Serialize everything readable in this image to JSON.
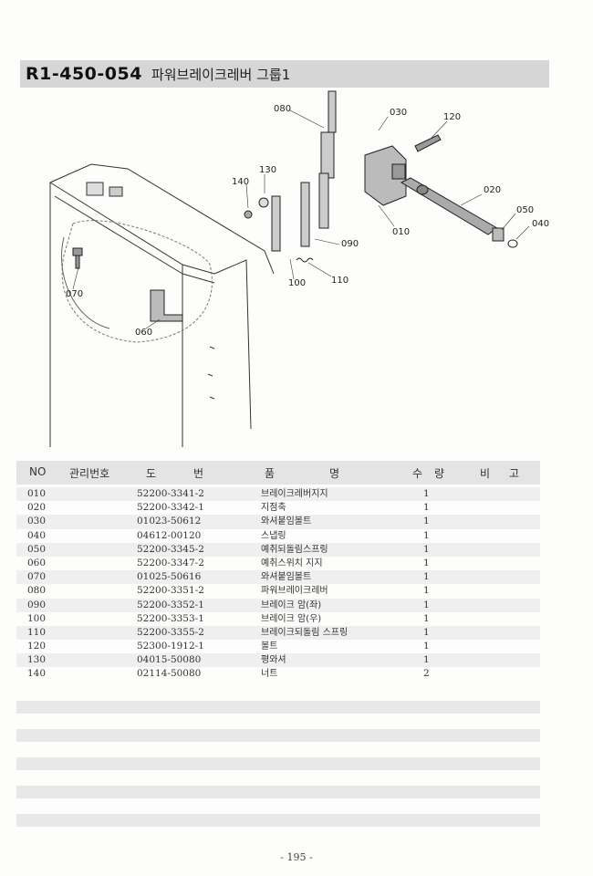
{
  "header": {
    "code": "R1-450-054",
    "title": "파워브레이크레버 그룹1"
  },
  "diagram": {
    "callouts": [
      "080",
      "030",
      "120",
      "130",
      "140",
      "020",
      "050",
      "040",
      "010",
      "090",
      "110",
      "100",
      "070",
      "060"
    ]
  },
  "table": {
    "headers": {
      "no": "NO",
      "mgmt": "관리번호",
      "do": "도",
      "beon": "번",
      "pum": "품",
      "myeong": "명",
      "su": "수",
      "ryang": "량",
      "bi": "비",
      "go": "고"
    },
    "rows": [
      {
        "no": "010",
        "part": "52200-3341-2",
        "name": "브레이크레버지지",
        "qty": "1"
      },
      {
        "no": "020",
        "part": "52200-3342-1",
        "name": "지점축",
        "qty": "1"
      },
      {
        "no": "030",
        "part": "01023-50612",
        "name": "와셔붙임볼트",
        "qty": "1"
      },
      {
        "no": "040",
        "part": "04612-00120",
        "name": "스냅링",
        "qty": "1"
      },
      {
        "no": "050",
        "part": "52200-3345-2",
        "name": "예취되돌림스프링",
        "qty": "1"
      },
      {
        "no": "060",
        "part": "52200-3347-2",
        "name": "예취스위치 지지",
        "qty": "1"
      },
      {
        "no": "070",
        "part": "01025-50616",
        "name": "와셔붙임볼트",
        "qty": "1"
      },
      {
        "no": "080",
        "part": "52200-3351-2",
        "name": "파워브레이크레버",
        "qty": "1"
      },
      {
        "no": "090",
        "part": "52200-3352-1",
        "name": "브레이크 암(좌)",
        "qty": "1"
      },
      {
        "no": "100",
        "part": "52200-3353-1",
        "name": "브레이크 암(우)",
        "qty": "1"
      },
      {
        "no": "110",
        "part": "52200-3355-2",
        "name": "브레이크되돌림 스프링",
        "qty": "1"
      },
      {
        "no": "120",
        "part": "52300-1912-1",
        "name": "볼트",
        "qty": "1"
      },
      {
        "no": "130",
        "part": "04015-50080",
        "name": "평와셔",
        "qty": "1"
      },
      {
        "no": "140",
        "part": "02114-50080",
        "name": "너트",
        "qty": "2"
      }
    ]
  },
  "footer": {
    "page": "- 195 -"
  }
}
